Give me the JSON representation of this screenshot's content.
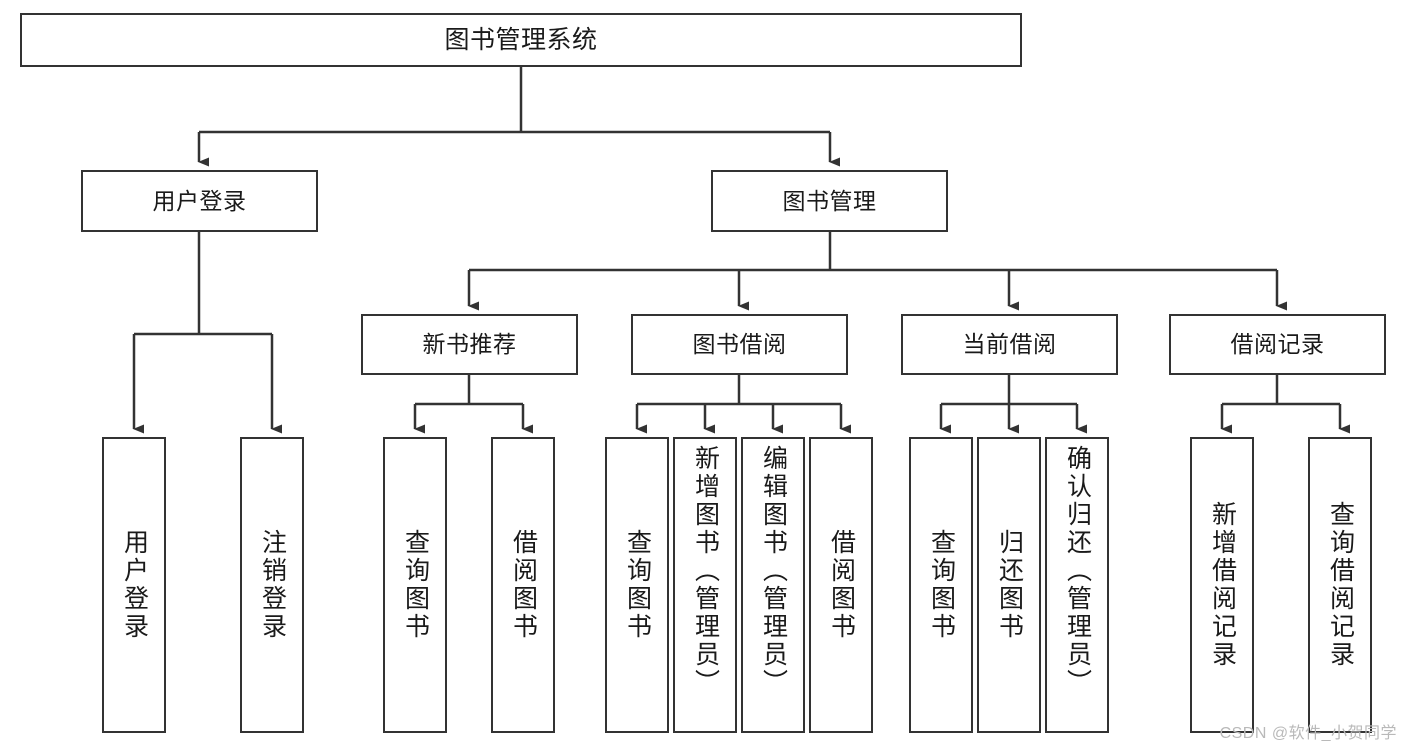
{
  "diagram": {
    "title": "图书管理系统",
    "watermark": "CSDN @软件_小贺同学",
    "type": "tree-hierarchy-diagram",
    "colors": {
      "box_border": "#333333",
      "box_fill": "#ffffff",
      "connector": "#333333",
      "text": "#1a1a1a",
      "watermark": "#b9b9b9",
      "background": "#ffffff"
    },
    "root": {
      "label": "图书管理系统"
    },
    "level1": [
      {
        "label": "用户登录"
      },
      {
        "label": "图书管理"
      }
    ],
    "level2": [
      {
        "label": "新书推荐"
      },
      {
        "label": "图书借阅"
      },
      {
        "label": "当前借阅"
      },
      {
        "label": "借阅记录"
      }
    ],
    "leaves": {
      "user_login": [
        {
          "label": "用户登录"
        },
        {
          "label": "注销登录"
        }
      ],
      "new_book_recommend": [
        {
          "label": "查询图书"
        },
        {
          "label": "借阅图书"
        }
      ],
      "book_borrow": [
        {
          "label": "查询图书"
        },
        {
          "label": "新增图书（管理员）"
        },
        {
          "label": "编辑图书（管理员）"
        },
        {
          "label": "借阅图书"
        }
      ],
      "current_borrow": [
        {
          "label": "查询图书"
        },
        {
          "label": "归还图书"
        },
        {
          "label": "确认归还（管理员）"
        }
      ],
      "borrow_records": [
        {
          "label": "新增借阅记录"
        },
        {
          "label": "查询借阅记录"
        }
      ]
    }
  }
}
